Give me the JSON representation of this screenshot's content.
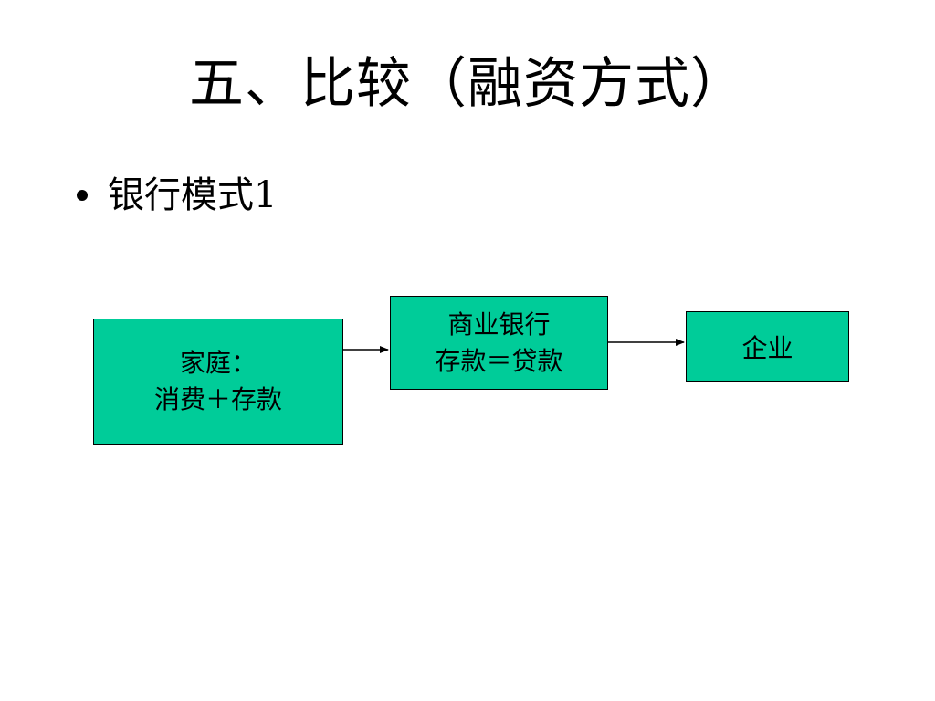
{
  "slide": {
    "title": "五、比较（融资方式）",
    "bullet": "银行模式1"
  },
  "diagram": {
    "box_fill": "#00CC99",
    "nodes": {
      "household": "家庭：\n消费＋存款",
      "bank": "商业银行\n存款＝贷款",
      "enterprise": "企业"
    },
    "edges": [
      {
        "from": "household",
        "to": "bank"
      },
      {
        "from": "bank",
        "to": "enterprise"
      }
    ]
  }
}
